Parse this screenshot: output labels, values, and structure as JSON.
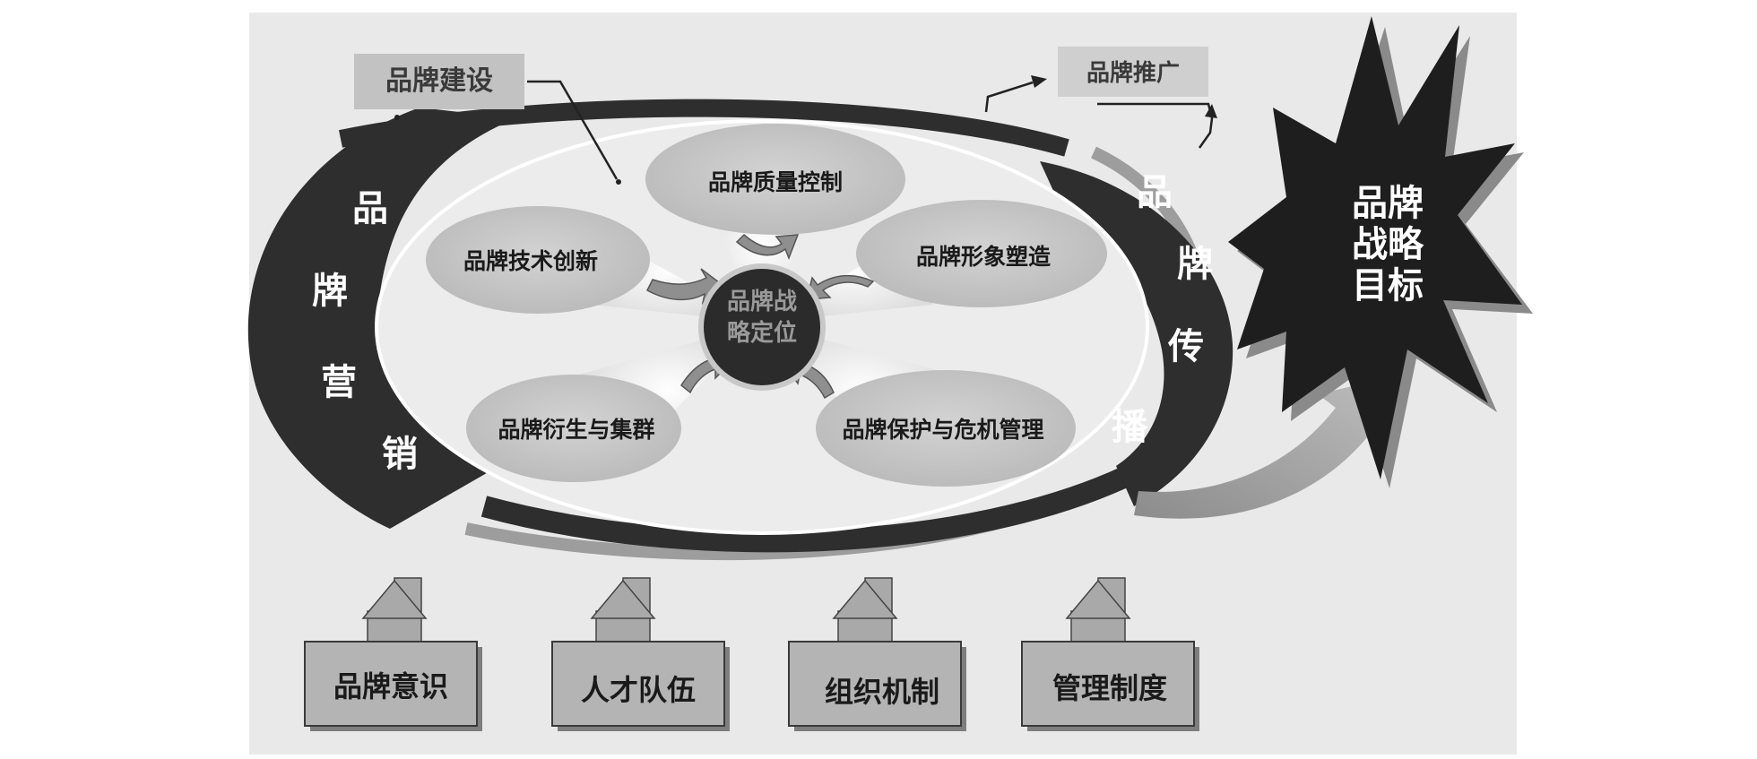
{
  "labels": {
    "construction": "品牌建设",
    "promotion": "品牌推广",
    "marketing": "品牌营销",
    "communication": "品牌传播",
    "goal": "品牌战略目标",
    "center": "品牌战略定位"
  },
  "petals": [
    "品牌质量控制",
    "品牌技术创新",
    "品牌形象塑造",
    "品牌衍生与集群",
    "品牌保护与危机管理"
  ],
  "foundations": [
    "品牌意识",
    "人才队伍",
    "组织机制",
    "管理制度"
  ],
  "colors": {
    "dark": "#2e2e2e",
    "band_shadow": "#9a9a9a",
    "background": "#e9e9e9",
    "petal": "#c3c3c3",
    "box": "#b8b8b8",
    "arrow": "#a8a8a8"
  }
}
